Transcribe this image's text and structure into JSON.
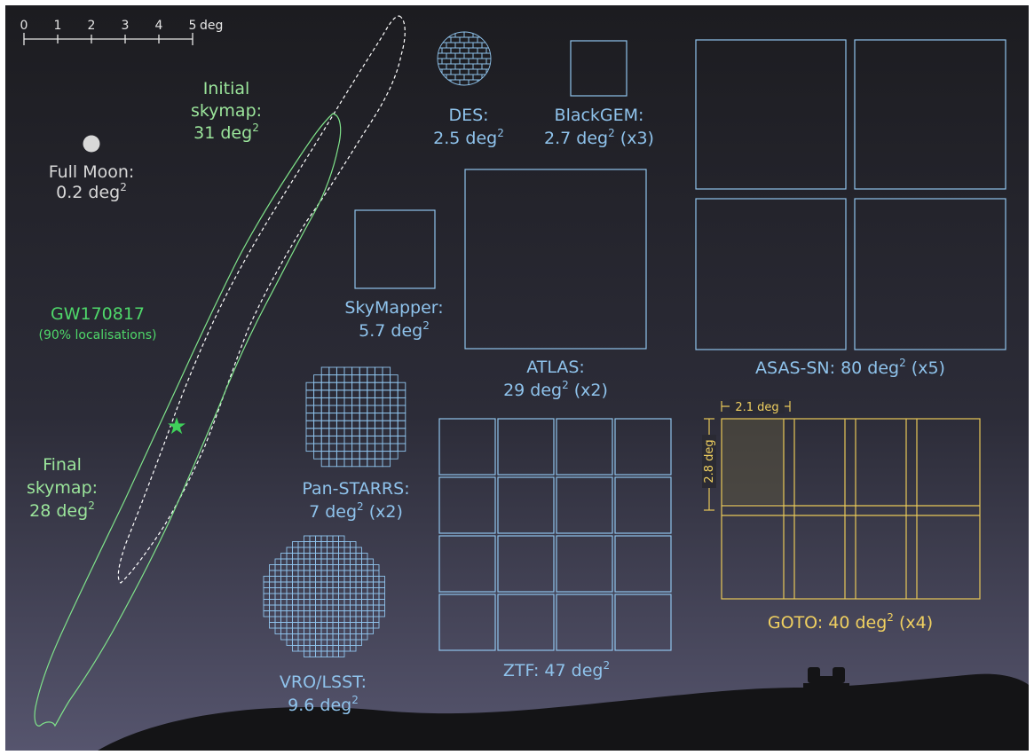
{
  "scale_bar": {
    "ticks": [
      "0",
      "1",
      "2",
      "3",
      "4",
      "5"
    ],
    "unit": "deg"
  },
  "moon": {
    "line1": "Full Moon:",
    "line2a": "0.2 deg",
    "line2b": "2"
  },
  "initial_skymap": {
    "line1": "Initial",
    "line2": "skymap:",
    "line3a": "31 deg",
    "line3b": "2"
  },
  "gw_event": {
    "name": "GW170817",
    "caption": "(90% localisations)"
  },
  "final_skymap": {
    "line1": "Final",
    "line2": "skymap:",
    "line3a": "28 deg",
    "line3b": "2"
  },
  "des": {
    "line1": "DES:",
    "line2a": "2.5 deg",
    "line2b": "2"
  },
  "blackgem": {
    "line1": "BlackGEM:",
    "line2a": "2.7 deg",
    "line2b": "2",
    "line2c": " (x3)"
  },
  "skymapper": {
    "line1": "SkyMapper:",
    "line2a": "5.7 deg",
    "line2b": "2"
  },
  "atlas": {
    "line1": "ATLAS:",
    "line2a": "29 deg",
    "line2b": "2",
    "line2c": " (x2)"
  },
  "asassn": {
    "line1a": "ASAS-SN: 80 deg",
    "line1b": "2",
    "line1c": " (x5)"
  },
  "panstarrs": {
    "line1": "Pan-STARRS:",
    "line2a": "7 deg",
    "line2b": "2",
    "line2c": " (x2)"
  },
  "ztf": {
    "line1a": "ZTF: 47 deg",
    "line1b": "2"
  },
  "goto": {
    "line1a": "GOTO: 40 deg",
    "line1b": "2",
    "line1c": " (x4)",
    "width_label": "2.1 deg",
    "height_label": "2.8 deg"
  },
  "vro": {
    "line1": "VRO/LSST:",
    "line2a": "9.6 deg",
    "line2b": "2"
  },
  "colors": {
    "telescope": "#8fc3ec",
    "skymap": "#9be59b",
    "event": "#4fd86a",
    "goto": "#f0d060",
    "moon": "#d8d8d8"
  }
}
